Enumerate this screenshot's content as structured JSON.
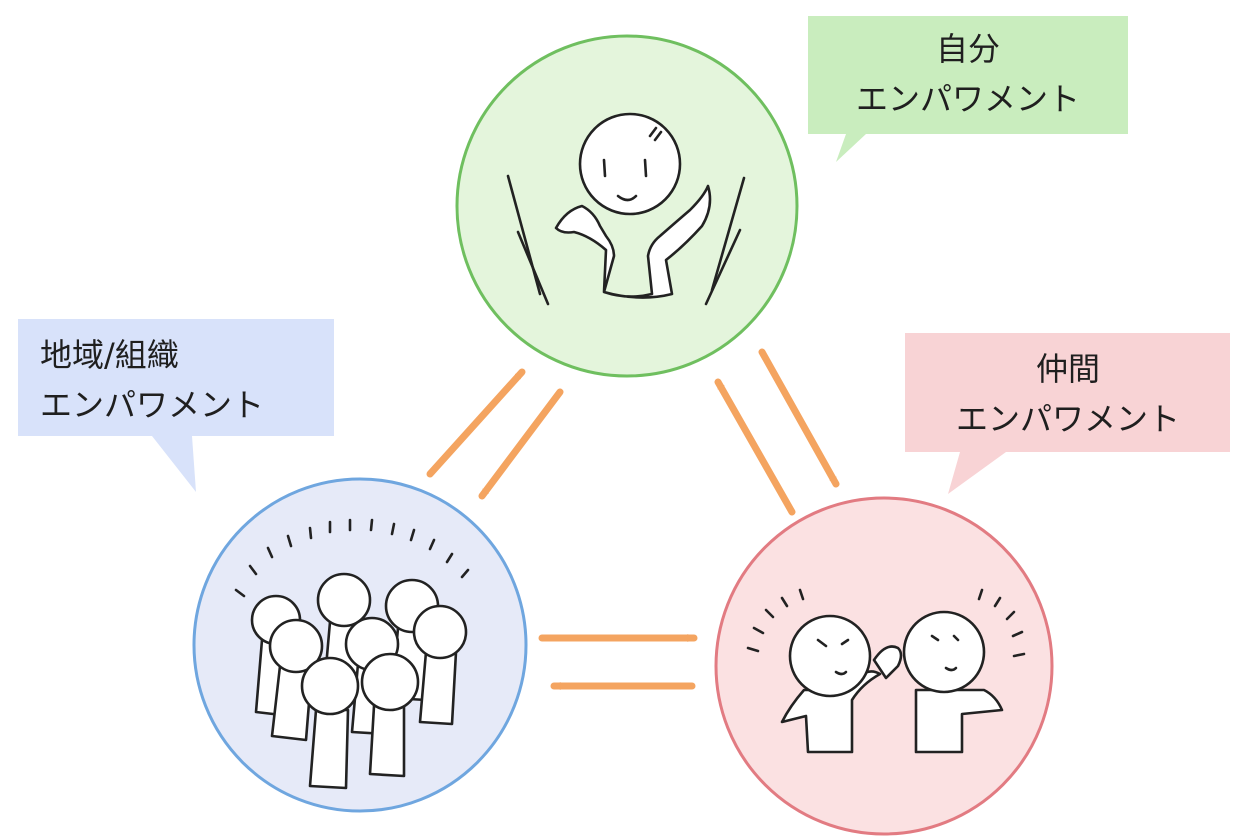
{
  "diagram": {
    "self": {
      "label_line1": "自分",
      "label_line2": "エンパワメント",
      "circle_fill": "#e4f5dc",
      "circle_stroke": "#6fbf5f",
      "bubble_fill": "#c9edbe"
    },
    "peer": {
      "label_line1": "仲間",
      "label_line2": "エンパワメント",
      "circle_fill": "#fbe1e2",
      "circle_stroke": "#e27b82",
      "bubble_fill": "#f8d3d5"
    },
    "community": {
      "label_line1": "地域/組織",
      "label_line2": "エンパワメント",
      "circle_fill": "#e6eaf8",
      "circle_stroke": "#6fa6df",
      "bubble_fill": "#d8e2fa"
    },
    "arrow_color": "#f4a460"
  }
}
